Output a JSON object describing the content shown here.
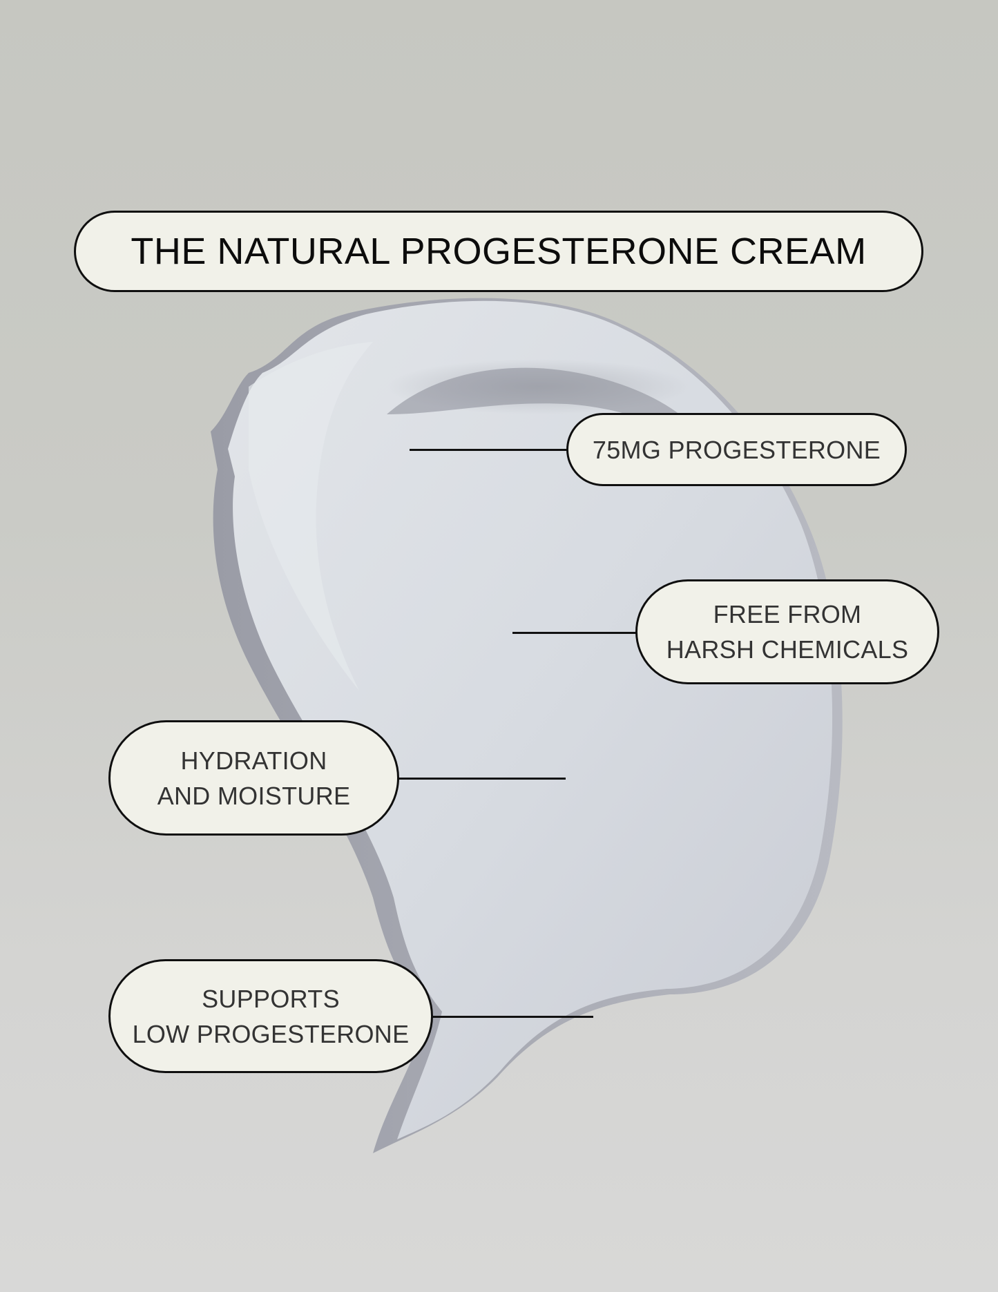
{
  "title": "THE NATURAL PROGESTERONE CREAM",
  "callouts": [
    {
      "lines": [
        "75MG PROGESTERONE"
      ]
    },
    {
      "lines": [
        "FREE FROM",
        "HARSH CHEMICALS"
      ]
    },
    {
      "lines": [
        "HYDRATION",
        "AND MOISTURE"
      ]
    },
    {
      "lines": [
        "SUPPORTS",
        "LOW PROGESTERONE"
      ]
    }
  ],
  "colors": {
    "background": "#c8c9c4",
    "pill_fill": "#f1f1e9",
    "pill_border": "#0f0f0f",
    "text": "#333333",
    "cream": "#d9dde2"
  }
}
